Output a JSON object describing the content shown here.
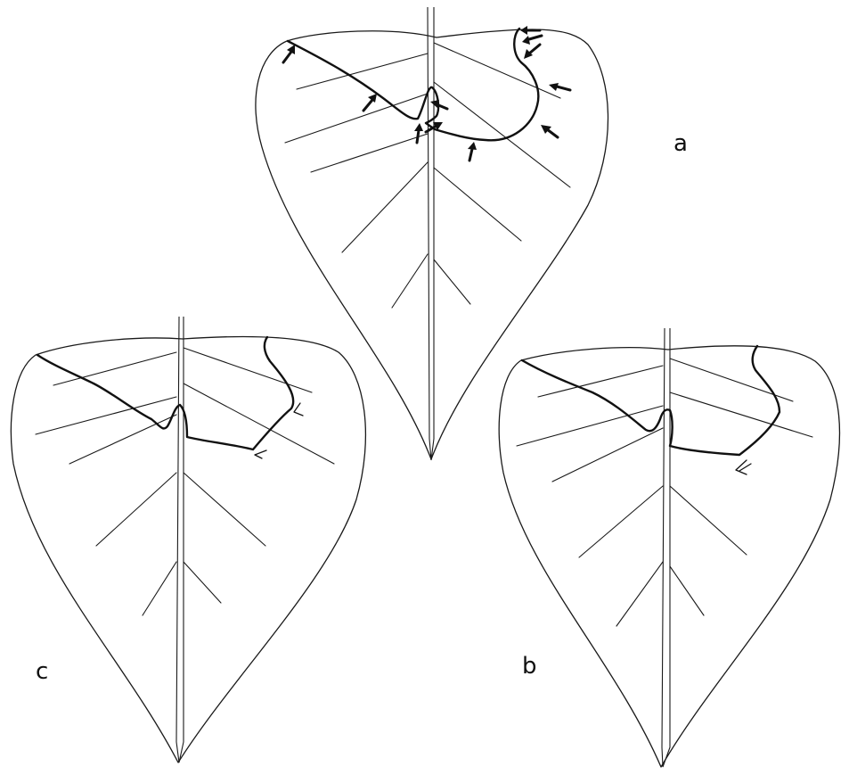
{
  "panels": [
    {
      "id": "a",
      "label": "a"
    },
    {
      "id": "b",
      "label": "b"
    },
    {
      "id": "c",
      "label": "c"
    }
  ]
}
